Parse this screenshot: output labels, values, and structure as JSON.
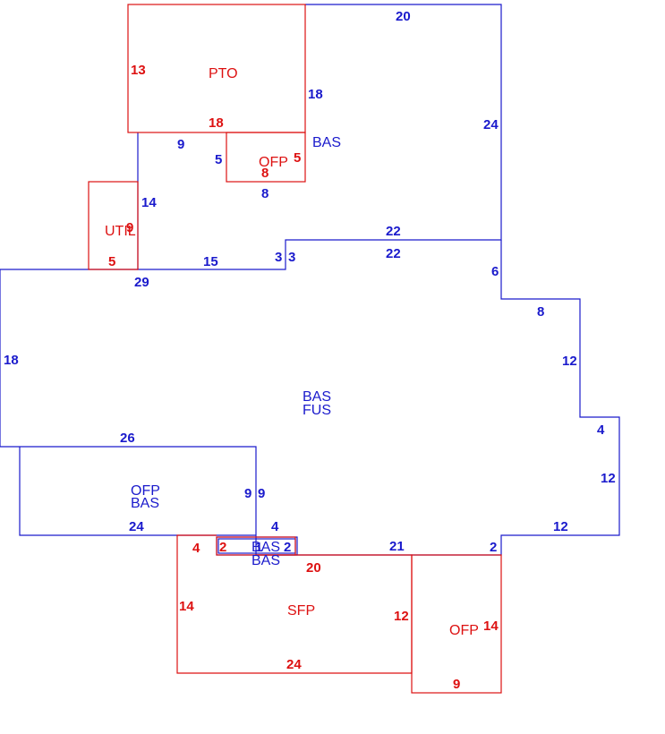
{
  "colors": {
    "blue": "#1a1acc",
    "red": "#dd1111"
  },
  "areas": {
    "pto": "PTO",
    "bas_top": "BAS",
    "ofp_top": "OFP",
    "util": "UTIL",
    "bas_main": "BAS",
    "fus_main": "FUS",
    "ofp_left": "OFP",
    "bas_left": "BAS",
    "bas_small": "BAS",
    "bas_small2": "BAS",
    "sfp": "SFP",
    "ofp_right": "OFP"
  },
  "dims": {
    "d20_top": "20",
    "d24_right": "24",
    "d18_bas": "18",
    "d13_pto": "13",
    "d18_pto": "18",
    "d9_top": "9",
    "d5_a": "5",
    "d5_b": "5",
    "d8_ofp": "8",
    "d8_below": "8",
    "d14": "14",
    "d9_util": "9",
    "d5_util": "5",
    "d15": "15",
    "d3_a": "3",
    "d3_b": "3",
    "d22_a": "22",
    "d22_b": "22",
    "d6": "6",
    "d29": "29",
    "d8_right": "8",
    "d18_left": "18",
    "d12_a": "12",
    "d4_right": "4",
    "d12_b": "12",
    "d26": "26",
    "d9_a": "9",
    "d9_b": "9",
    "d24_ofp": "24",
    "d4_mid": "4",
    "d12_c": "12",
    "d21": "21",
    "d2_right": "2",
    "d4_red": "4",
    "d2_red": "2",
    "d2_blue": "2",
    "d1": "1",
    "d20_sfp": "20",
    "d14_sfp": "14",
    "d12_sfp": "12",
    "d24_sfp": "24",
    "d14_ofp": "14",
    "d9_ofp": "9"
  }
}
